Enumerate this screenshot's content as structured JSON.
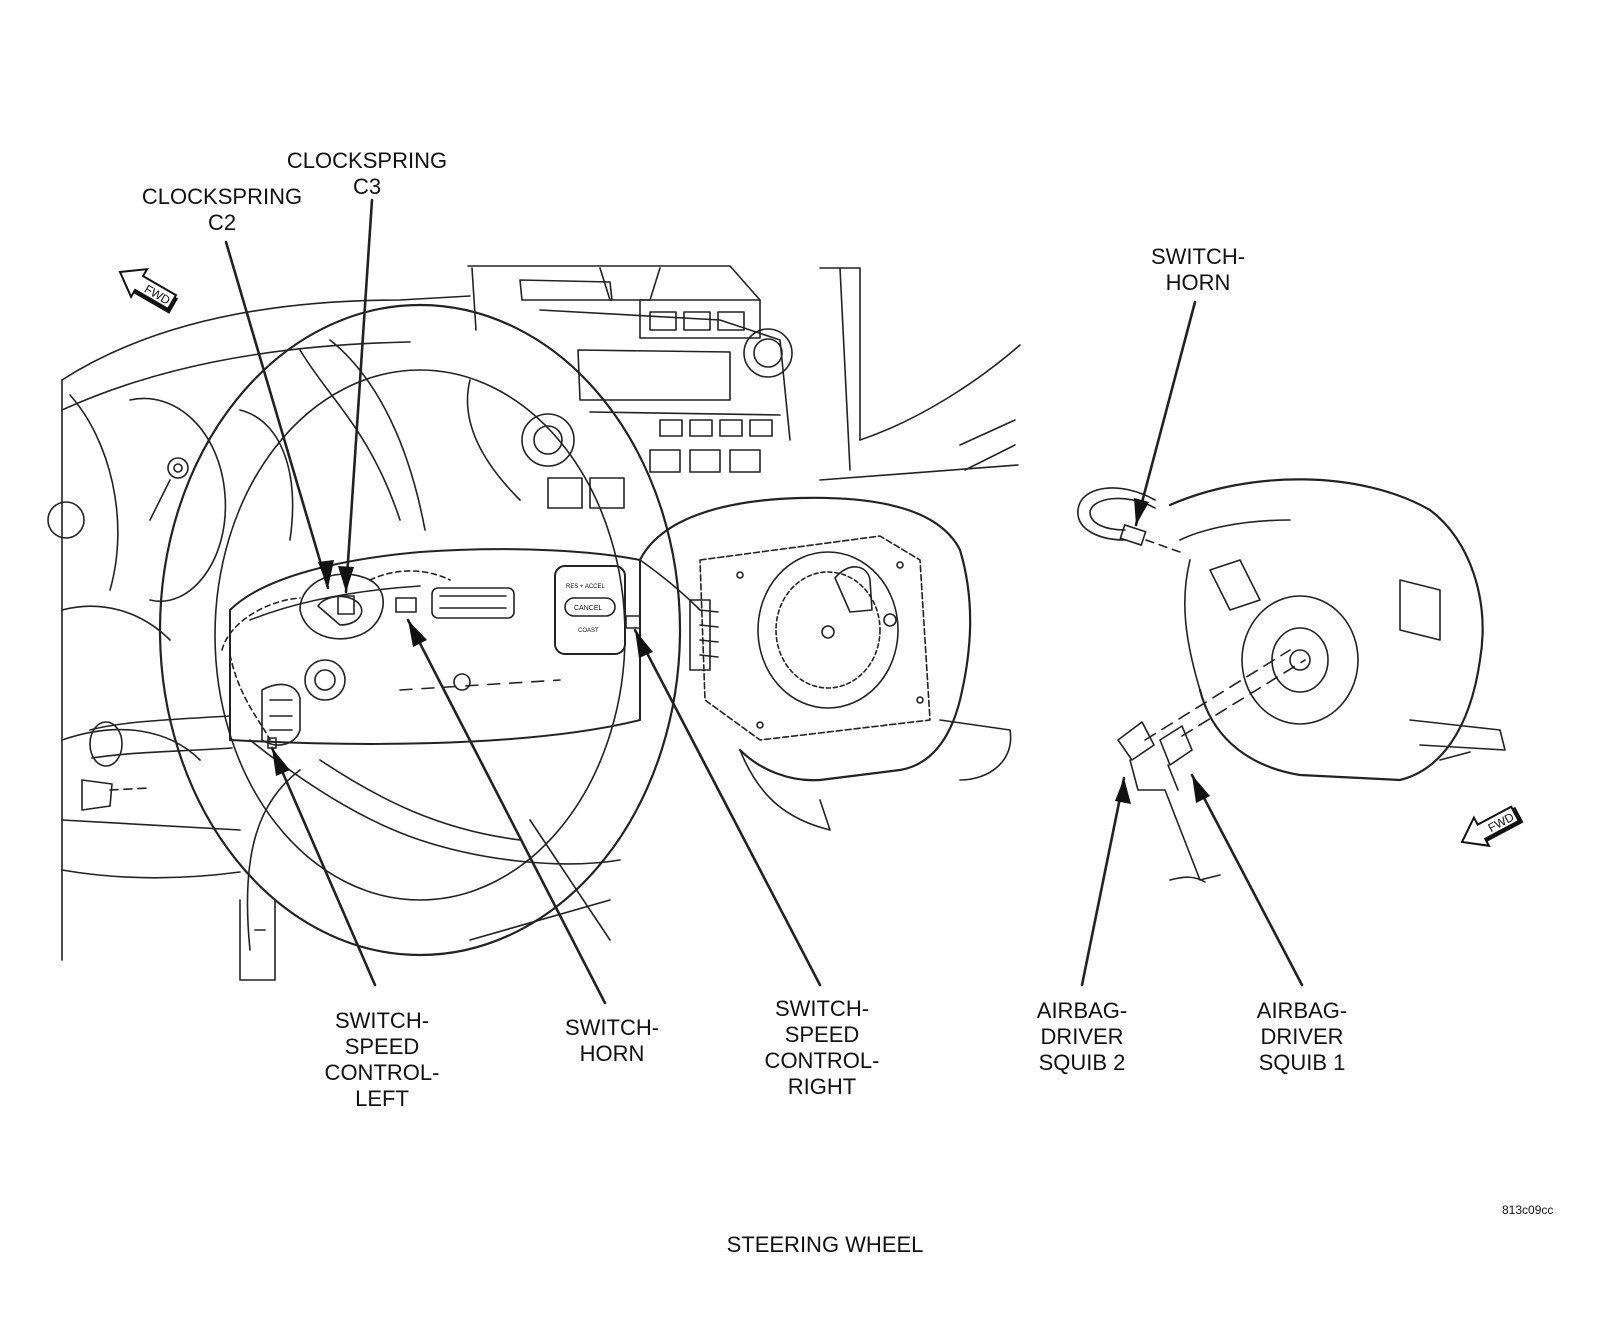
{
  "labels": {
    "clockspring_c3": [
      "CLOCKSPRING",
      "C3"
    ],
    "clockspring_c2": [
      "CLOCKSPRING",
      "C2"
    ],
    "switch_horn_right": [
      "SWITCH-",
      "HORN"
    ],
    "switch_speed_control_left": [
      "SWITCH-",
      "SPEED",
      "CONTROL-",
      "LEFT"
    ],
    "switch_horn_center": [
      "SWITCH-",
      "HORN"
    ],
    "switch_speed_control_right": [
      "SWITCH-",
      "SPEED",
      "CONTROL-",
      "RIGHT"
    ],
    "airbag_squib_2": [
      "AIRBAG-",
      "DRIVER",
      "SQUIB 2"
    ],
    "airbag_squib_1": [
      "AIRBAG-",
      "DRIVER",
      "SQUIB 1"
    ]
  },
  "fwd_arrow_text": "FWD",
  "switch_buttons": {
    "top": "RES + ACCEL",
    "middle": "CANCEL",
    "bottom": "COAST"
  },
  "figure_code": "813c09cc",
  "caption": "STEERING WHEEL"
}
